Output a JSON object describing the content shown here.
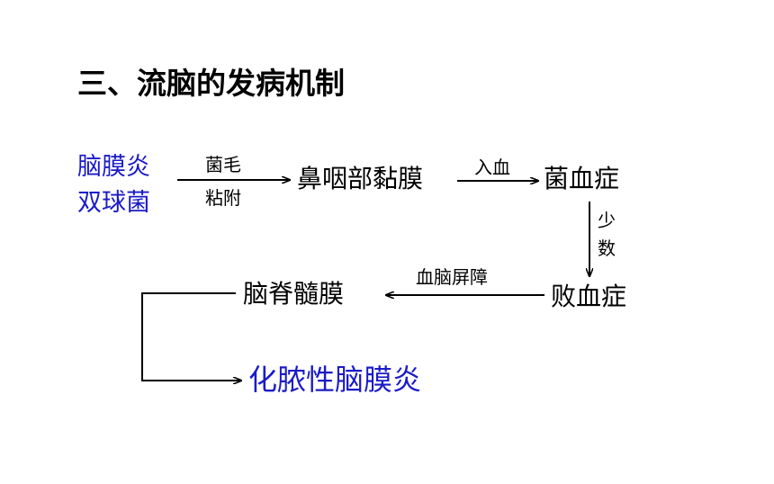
{
  "title": "三、流脑的发病机制",
  "nodes": {
    "pathogen_line1": "脑膜炎",
    "pathogen_line2": "双球菌",
    "nasopharynx": "鼻咽部黏膜",
    "bacteremia": "菌血症",
    "septicemia": "败血症",
    "meninges": "脑脊髓膜",
    "result": "化脓性脑膜炎"
  },
  "labels": {
    "pili_line1": "菌毛",
    "pili_line2": "粘附",
    "enter_blood": "入血",
    "few_line1": "少",
    "few_line2": "数",
    "bbb": "血脑屏障"
  },
  "colors": {
    "highlight": "#1a1ac8",
    "text": "#000000"
  }
}
